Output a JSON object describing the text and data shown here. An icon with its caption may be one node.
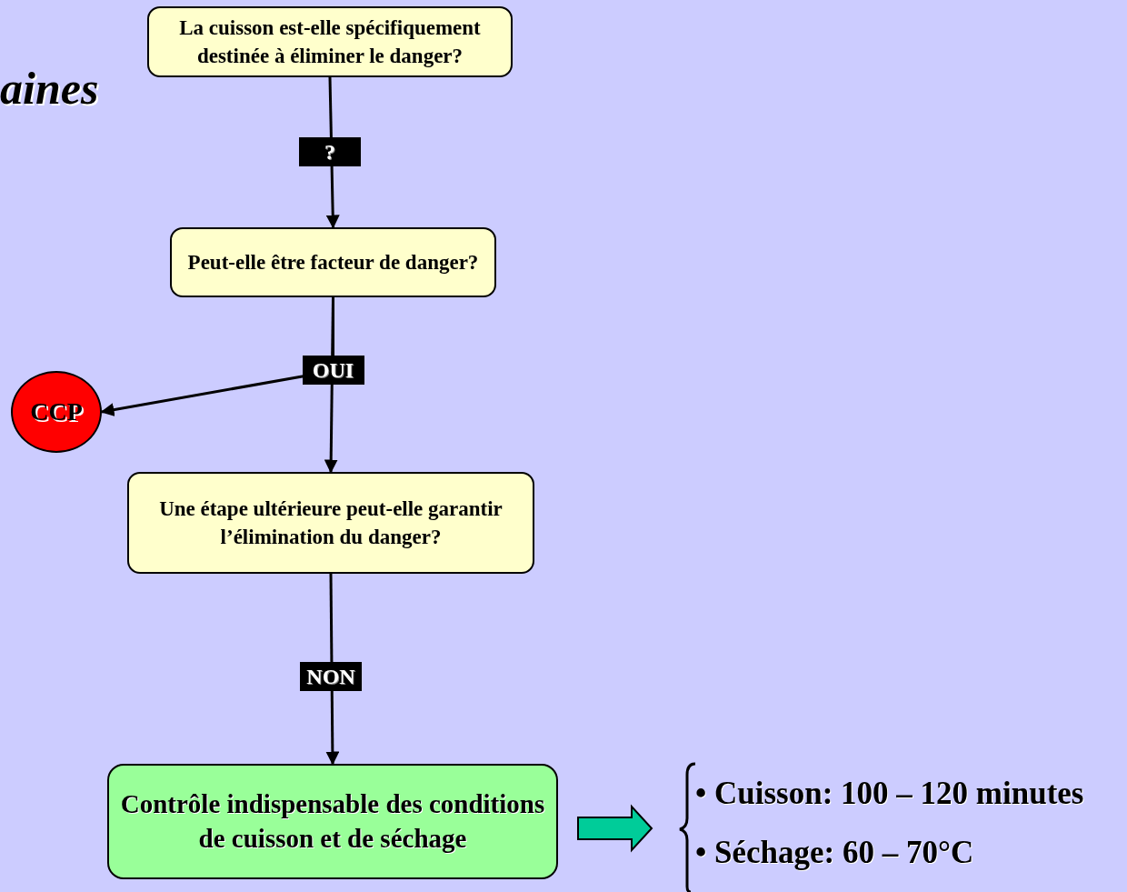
{
  "diagram": {
    "title": "aines",
    "nodes": [
      {
        "text": [
          "La cuisson est-elle spécifiquement destinée à éliminer le danger?"
        ]
      },
      {
        "text": [
          "Peut-elle être facteur de danger?"
        ]
      },
      {
        "text": [
          "CCP"
        ]
      },
      {
        "text": [
          "Une étape ultérieure peut-elle garantir l’élimination du danger?"
        ]
      },
      {
        "text": [
          "Contrôle indispensable des conditions de cuisson et de séchage"
        ]
      },
      {
        "text": [
          "• Cuisson: 100 – 120 minutes",
          "• Séchage: 60 – 70°C"
        ]
      }
    ],
    "edges": [
      {
        "from": 0,
        "to": 1,
        "arrow": "to",
        "label": "?"
      },
      {
        "from": 1,
        "to": 2,
        "arrow": "to"
      },
      {
        "from": 1,
        "to": 3,
        "arrow": "to",
        "label": "OUI"
      },
      {
        "from": 3,
        "to": 4,
        "arrow": "to",
        "label": "NON"
      },
      {
        "from": 4,
        "to": 5,
        "arrow": "to",
        "style": "thick",
        "color": "#00cc99"
      }
    ]
  }
}
